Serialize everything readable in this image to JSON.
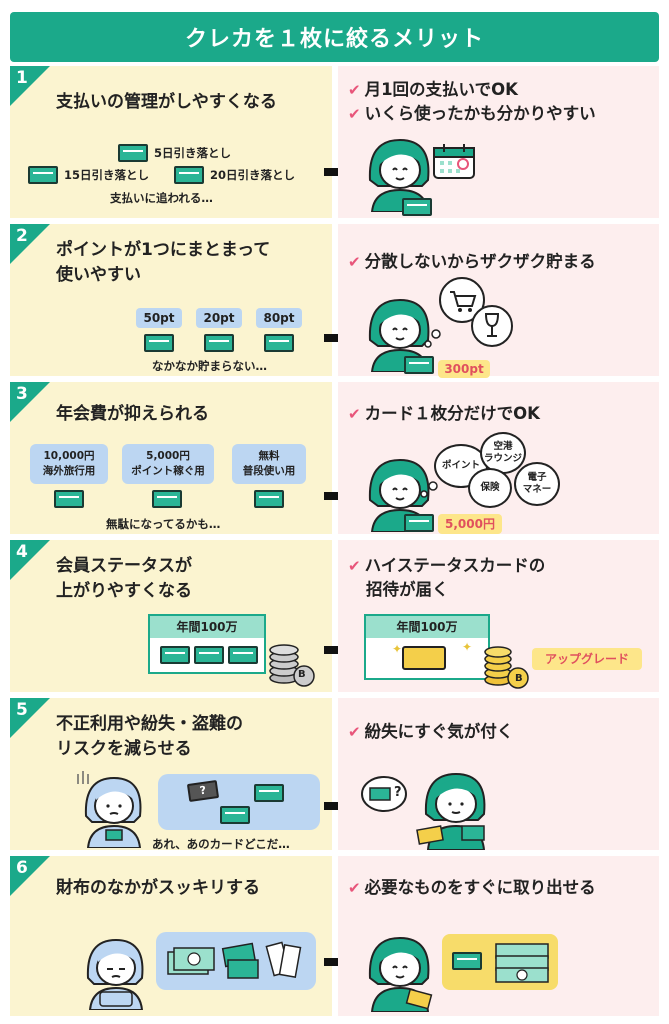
{
  "title": "クレカを１枚に絞るメリット",
  "sections": [
    {
      "num": "1",
      "left_title": "支払いの管理がしやすくなる",
      "card_labels": [
        "5日引き落とし",
        "15日引き落とし",
        "20日引き落とし"
      ],
      "caption": "支払いに追われる…",
      "right_points": [
        "月1回の支払いでOK",
        "いくら使ったかも分かりやすい"
      ]
    },
    {
      "num": "2",
      "left_title_lines": [
        "ポイントが1つにまとまって",
        "使いやすい"
      ],
      "points": [
        "50pt",
        "20pt",
        "80pt"
      ],
      "caption": "なかなか貯まらない…",
      "right_points": [
        "分散しないからザクザク貯まる"
      ],
      "total": "300pt"
    },
    {
      "num": "3",
      "left_title": "年会費が抑えられる",
      "fees": [
        {
          "amount": "10,000円",
          "use": "海外旅行用"
        },
        {
          "amount": "5,000円",
          "use": "ポイント稼ぐ用"
        },
        {
          "amount": "無料",
          "use": "普段使い用"
        }
      ],
      "caption": "無駄になってるかも…",
      "right_points": [
        "カード１枚分だけでOK"
      ],
      "bubbles": [
        "ポイント",
        "空港\nラウンジ",
        "保険",
        "電子\nマネー"
      ],
      "total": "5,000円"
    },
    {
      "num": "4",
      "left_title_lines": [
        "会員ステータスが",
        "上がりやすくなる"
      ],
      "frame_label": "年間100万",
      "coin_label": "B",
      "right_title_lines": [
        "ハイステータスカードの",
        "招待が届く"
      ],
      "upgrade_label": "アップグレード"
    },
    {
      "num": "5",
      "left_title_lines": [
        "不正利用や紛失・盗難の",
        "リスクを減らせる"
      ],
      "caption": "あれ、あのカードどこだ…",
      "right_points": [
        "紛失にすぐ気が付く"
      ]
    },
    {
      "num": "6",
      "left_title": "財布のなかがスッキリする",
      "right_points": [
        "必要なものをすぐに取り出せる"
      ]
    }
  ],
  "colors": {
    "accent": "#1ba98a",
    "left_bg": "#fbf4d0",
    "right_bg": "#fdeeee",
    "check": "#e8557a",
    "tag": "#bcd6f2"
  }
}
